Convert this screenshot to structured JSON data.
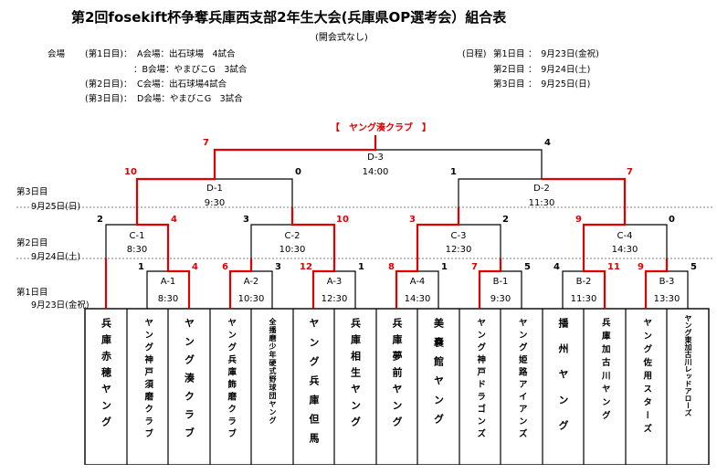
{
  "header": {
    "title": "第2回fosekift杯争奪兵庫西支部2年生大会(兵庫県OP選考会）組合表",
    "subtitle": "(開会式なし)"
  },
  "venues": {
    "label": "会場",
    "rows": [
      {
        "day": "(第1日目)：",
        "text": "A会場：出石球場　4試合"
      },
      {
        "day": "",
        "text": "：B会場：やまびこG　3試合"
      },
      {
        "day": "(第2日目)：",
        "text": "C会場：出石球場4試合"
      },
      {
        "day": "(第3日目)：",
        "text": "D会場：やまびこG　3試合"
      }
    ]
  },
  "schedule": {
    "label": "(日程)",
    "rows": [
      {
        "day": "第1日目",
        "date": "：　9月23日(金祝)"
      },
      {
        "day": "第2日目",
        "date": "：　9月24日(土)"
      },
      {
        "day": "第3日目",
        "date": "：　9月25日(日)"
      }
    ]
  },
  "champion": "【　ヤング湊クラブ　】",
  "days": [
    {
      "label": "第3日目",
      "date": "9月25日(日)"
    },
    {
      "label": "第2日目",
      "date": "9月24日(土)"
    },
    {
      "label": "第1日目",
      "date": "9月23日(金祝)"
    }
  ],
  "matches": {
    "D3": {
      "code": "D-3",
      "time": "14:00",
      "left": "7",
      "right": "4"
    },
    "D1": {
      "code": "D-1",
      "time": "9:30",
      "left": "10",
      "right": "0"
    },
    "D2": {
      "code": "D-2",
      "time": "11:30",
      "left": "1",
      "right": "7"
    },
    "C1": {
      "code": "C-1",
      "time": "8:30",
      "left": "2",
      "right": "4"
    },
    "C2": {
      "code": "C-2",
      "time": "10:30",
      "left": "3",
      "right": "10"
    },
    "C3": {
      "code": "C-3",
      "time": "12:30",
      "left": "3",
      "right": "2"
    },
    "C4": {
      "code": "C-4",
      "time": "14:30",
      "left": "9",
      "right": "0"
    },
    "A1": {
      "code": "A-1",
      "time": "8:30",
      "left": "1",
      "right": "4"
    },
    "A2": {
      "code": "A-2",
      "time": "10:30",
      "left": "6",
      "right": "3"
    },
    "A3": {
      "code": "A-3",
      "time": "12:30",
      "left": "12",
      "right": "1"
    },
    "A4": {
      "code": "A-4",
      "time": "14:30",
      "left": "8",
      "right": "1"
    },
    "B1": {
      "code": "B-1",
      "time": "9:30",
      "left": "7",
      "right": "5"
    },
    "B2": {
      "code": "B-2",
      "time": "11:30",
      "left": "4",
      "right": "11"
    },
    "B3": {
      "code": "B-3",
      "time": "13:30",
      "left": "9",
      "right": "5"
    }
  },
  "teams": [
    "兵庫赤穂ヤング",
    "ヤング神戸須磨クラブ",
    "ヤング湊クラブ",
    "ヤング兵庫飾磨クラブ",
    "全播磨少年硬式野球団ヤング",
    "ヤング兵庫但馬",
    "兵庫相生ヤング",
    "兵庫夢前ヤング",
    "美嚢館ヤング",
    "ヤング神戸ドラゴンズ",
    "ヤング姫路アイアンズ",
    "播州ヤング",
    "兵庫加古川ヤング",
    "ヤング佐用スターズ",
    "ヤング東加古川レッドアローズ"
  ],
  "colors": {
    "winner_line": "#e00000",
    "loser_line": "#000000"
  }
}
